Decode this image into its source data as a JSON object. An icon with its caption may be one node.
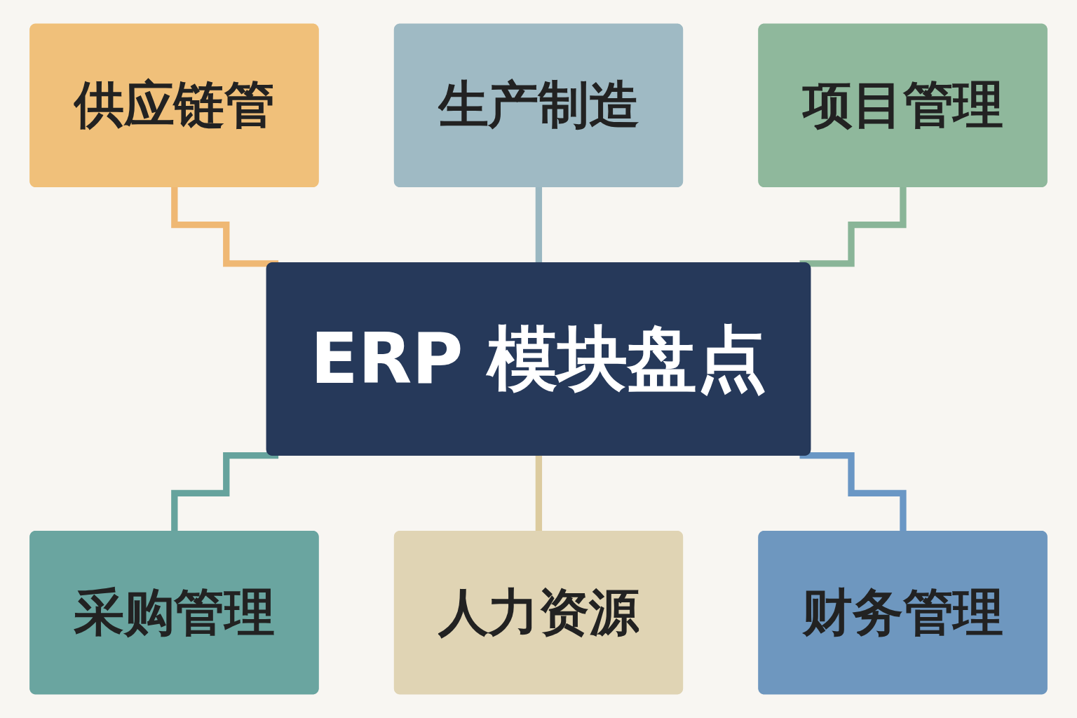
{
  "diagram": {
    "nodes": [
      {
        "text": [
          "供应链管"
        ]
      },
      {
        "text": [
          "生产制造"
        ]
      },
      {
        "text": [
          "项目管理"
        ]
      },
      {
        "text": [
          "ERP 模块盘点"
        ]
      },
      {
        "text": [
          "采购管理"
        ]
      },
      {
        "text": [
          "人力资源"
        ]
      },
      {
        "text": [
          "财务管理"
        ]
      }
    ],
    "edges": [
      {
        "from": 0,
        "to": 3,
        "arrow": "none",
        "color": "#efb874"
      },
      {
        "from": 1,
        "to": 3,
        "arrow": "none",
        "color": "#9ab7c1"
      },
      {
        "from": 2,
        "to": 3,
        "arrow": "none",
        "color": "#8ab598"
      },
      {
        "from": 3,
        "to": 4,
        "arrow": "none",
        "color": "#66a39d"
      },
      {
        "from": 3,
        "to": 5,
        "arrow": "none",
        "color": "#dccb9f"
      },
      {
        "from": 3,
        "to": 6,
        "arrow": "none",
        "color": "#6a97c5"
      }
    ]
  }
}
